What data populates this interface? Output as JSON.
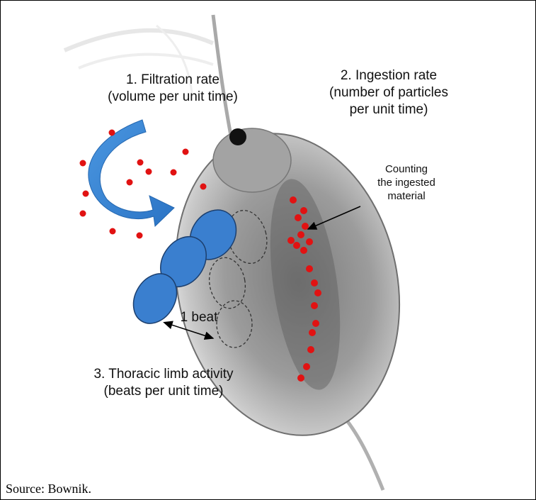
{
  "labels": {
    "filtration": {
      "line1": "1. Filtration rate",
      "line2": "(volume per unit time)"
    },
    "ingestion": {
      "line1": "2. Ingestion rate",
      "line2": "(number  of particles",
      "line3": "per unit time)"
    },
    "counting": {
      "line1": "Counting",
      "line2": "the ingested",
      "line3": "material"
    },
    "beat": "1 beat",
    "thoracic": {
      "line1": "3. Thoracic limb activity",
      "line2": "(beats per unit time)"
    }
  },
  "source": "Source: Bownik.",
  "colors": {
    "particle": "#e11212",
    "limb": "#3a7fcf",
    "arrow": "#2f7ed0",
    "body": "#8a8a8a"
  }
}
